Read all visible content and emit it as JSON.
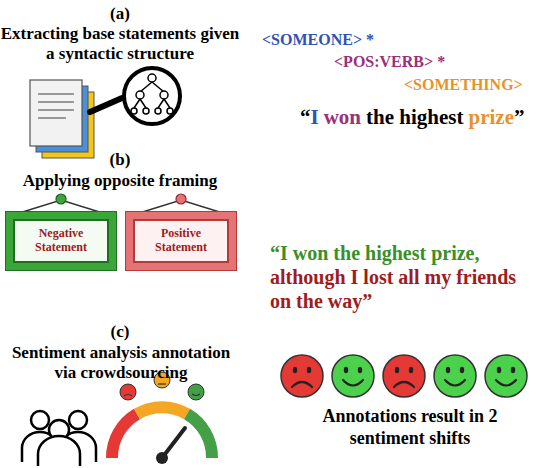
{
  "diagram": {
    "nodes": [
      {
        "text": [
          "Negative Statement"
        ]
      },
      {
        "text": [
          "Positive Statement"
        ]
      }
    ],
    "labels": [
      "(a)",
      "Extracting base statements given a syntactic structure",
      "<SOMEONE> *",
      "<POS:VERB> *",
      "<SOMETHING>",
      "“",
      "I",
      "won",
      "the highest",
      "prize",
      "”",
      "(b)",
      "Applying opposite framing",
      "“I won the highest prize,",
      "although I lost all my friends on the way”",
      "(c)",
      "Sentiment analysis annotation via crowdsourcing",
      "Annotations result in 2 sentiment shifts"
    ]
  }
}
